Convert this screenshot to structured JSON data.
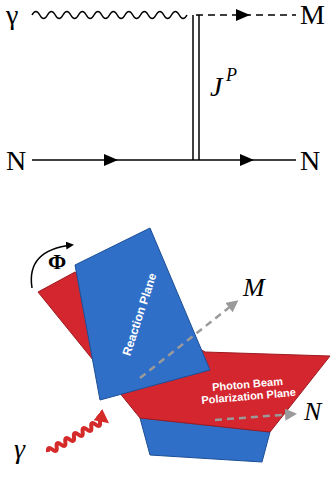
{
  "diagram": {
    "labels": [
      "γ",
      "M",
      "J",
      "P",
      "N",
      "N",
      "Φ",
      "Reaction Plane",
      "M",
      "Photon Beam Polarization Plane",
      "N",
      "γ"
    ]
  }
}
